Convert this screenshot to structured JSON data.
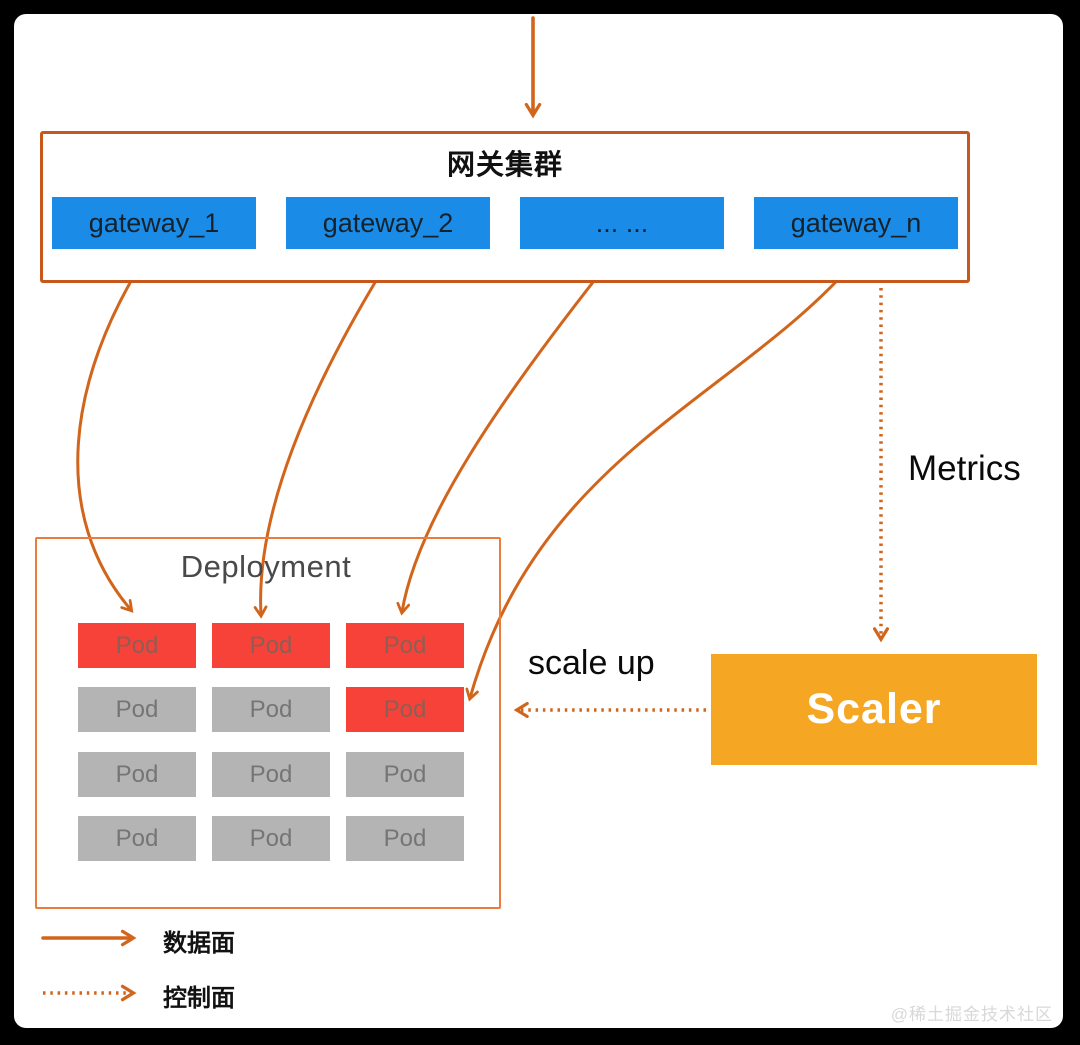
{
  "colors": {
    "accent": "#D2651C",
    "cluster-border": "#C8571B",
    "deployment-border": "#EC7C3B",
    "gateway-blue": "#1A8CE8",
    "pod-red": "#F7423A",
    "pod-red-text": "#8A5F55",
    "pod-gray": "#B4B4B4",
    "pod-gray-text": "#757575",
    "scaler-orange": "#F5A623"
  },
  "cluster": {
    "title": "网关集群",
    "gateways": [
      "gateway_1",
      "gateway_2",
      "... ...",
      "gateway_n"
    ]
  },
  "deployment": {
    "title": "Deployment",
    "pod_label": "Pod",
    "pod_states": [
      "red",
      "red",
      "red",
      "gray",
      "gray",
      "red",
      "gray",
      "gray",
      "gray",
      "gray",
      "gray",
      "gray"
    ]
  },
  "scaler": {
    "label": "Scaler"
  },
  "annotations": {
    "metrics": "Metrics",
    "scale_up": "scale up"
  },
  "legend": {
    "data_plane": "数据面",
    "control_plane": "控制面"
  },
  "watermark": "@稀土掘金技术社区"
}
